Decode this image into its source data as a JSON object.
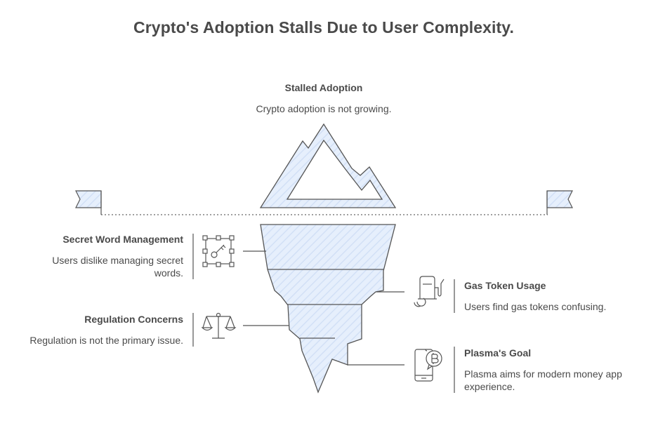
{
  "title": "Crypto's Adoption Stalls Due to User Complexity.",
  "top": {
    "heading": "Stalled Adoption",
    "description": "Crypto adoption is not growing."
  },
  "left_items": [
    {
      "heading": "Secret Word Management",
      "description": "Users dislike managing secret words.",
      "icon": "key-icon"
    },
    {
      "heading": "Regulation Concerns",
      "description": "Regulation is not the primary issue.",
      "icon": "scales-icon"
    }
  ],
  "right_items": [
    {
      "heading": "Gas Token Usage",
      "description": "Users find gas tokens confusing.",
      "icon": "gas-pump-icon"
    },
    {
      "heading": "Plasma's Goal",
      "description": "Plasma aims for modern money app experience.",
      "icon": "phone-bitcoin-icon"
    }
  ],
  "colors": {
    "fill": "#e6effc",
    "stroke": "#555555",
    "text": "#4a4a4a"
  }
}
